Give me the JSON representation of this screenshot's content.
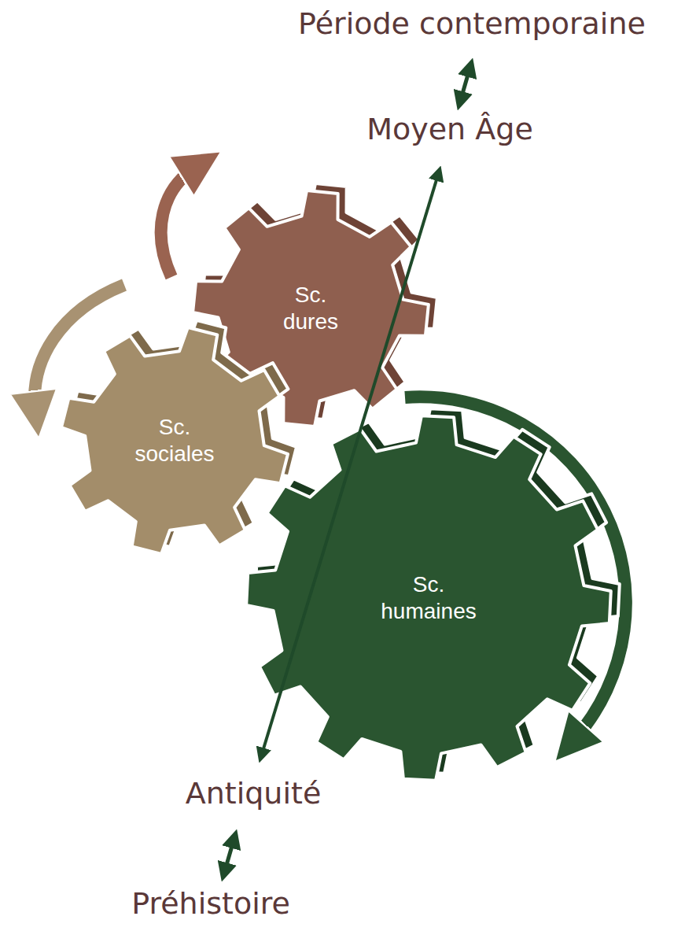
{
  "diagram": {
    "nodes": [
      {
        "text": [
          "Sc. dures"
        ]
      },
      {
        "text": [
          "Sc. sociales"
        ]
      },
      {
        "text": [
          "Sc. humaines"
        ]
      }
    ],
    "labels": [
      "Période contemporaine",
      "Moyen Âge",
      "Antiquité",
      "Préhistoire"
    ]
  }
}
